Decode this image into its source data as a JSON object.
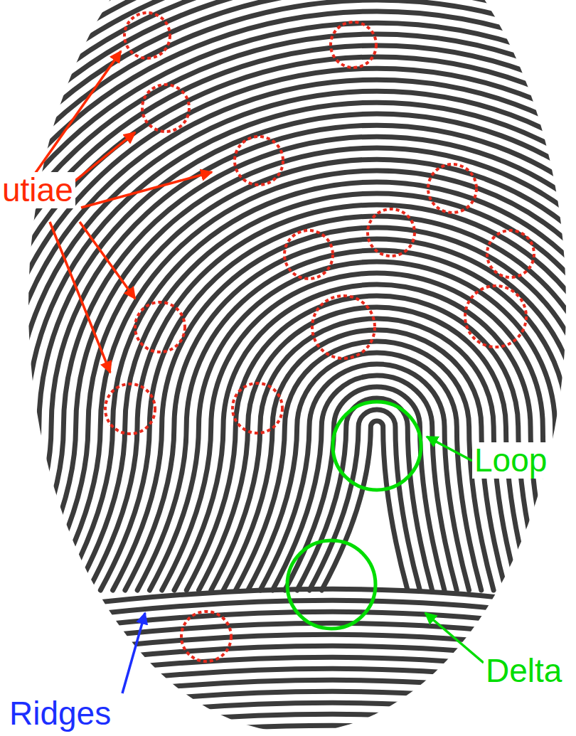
{
  "diagram": {
    "labels": [
      "utiae",
      "Loop",
      "Delta",
      "Ridges"
    ]
  }
}
